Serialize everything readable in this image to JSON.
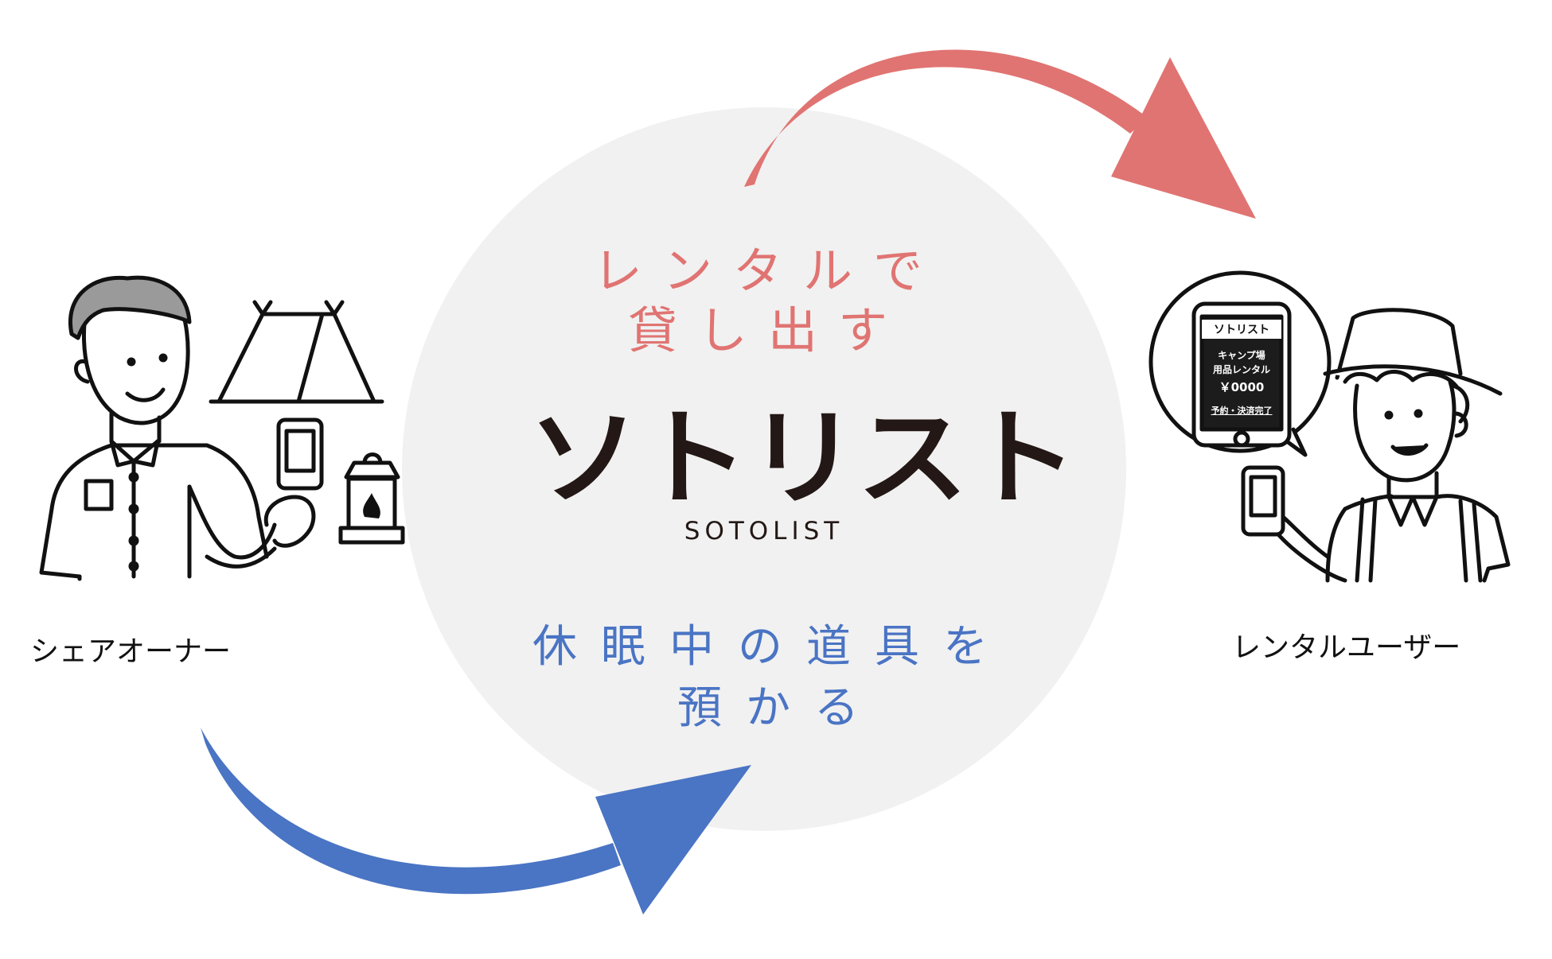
{
  "center": {
    "red_line1": "レンタルで",
    "red_line2": "貸し出す",
    "logo": "ソトリスト",
    "logo_sub": "SOTOLIST",
    "blue_line1": "休眠中の道具を",
    "blue_line2": "預かる"
  },
  "left_person": {
    "label": "シェアオーナー"
  },
  "right_person": {
    "label": "レンタルユーザー"
  },
  "phone_screen": {
    "header": "ソトリスト",
    "line1": "キャンプ場",
    "line2": "用品レンタル",
    "price": "￥0000",
    "status": "予約・決済完了"
  },
  "colors": {
    "red_accent": "#e07472",
    "blue_accent": "#4a74c4",
    "circle_bg": "#f1f1f1",
    "ink": "#231815"
  }
}
